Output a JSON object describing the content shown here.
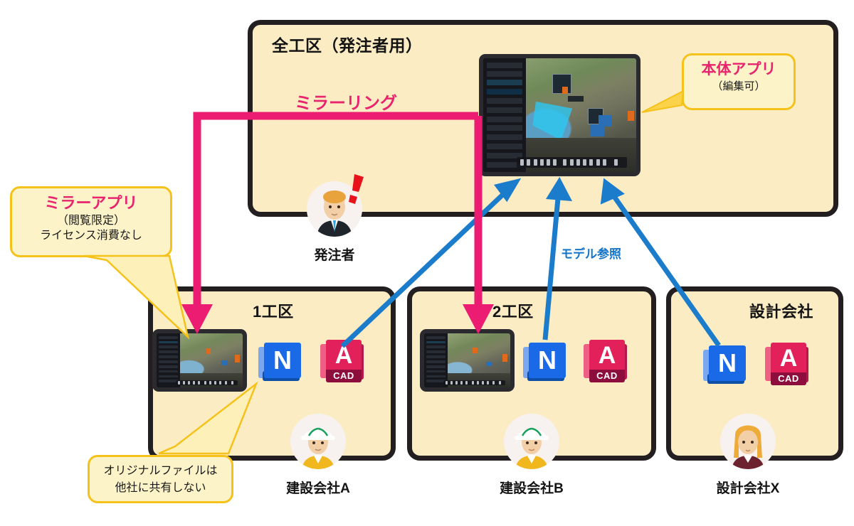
{
  "diagram": {
    "title_top": "全工区（発注者用）",
    "labels": {
      "mirroring": "ミラーリング",
      "model_reference": "モデル参照"
    },
    "callouts": {
      "main_app": {
        "headline": "本体アプリ",
        "sub": "（編集可）"
      },
      "mirror_app": {
        "headline": "ミラーアプリ",
        "sub1": "（閲覧限定）",
        "sub2": "ライセンス消費なし"
      },
      "original_file": {
        "line1": "オリジナルファイルは",
        "line2": "他社に共有しない"
      }
    },
    "zones": [
      {
        "title": "1工区",
        "person": "建設会社A",
        "has_tablet": true,
        "apps": [
          "navisworks",
          "autocad"
        ]
      },
      {
        "title": "2工区",
        "person": "建設会社B",
        "has_tablet": true,
        "apps": [
          "navisworks",
          "autocad"
        ]
      },
      {
        "title": "設計会社",
        "person": "設計会社X",
        "has_tablet": false,
        "apps": [
          "navisworks",
          "autocad"
        ]
      }
    ],
    "client": {
      "name": "発注者",
      "badge": "!"
    },
    "app_icons": {
      "navisworks": {
        "glyph": "N",
        "label": ""
      },
      "autocad": {
        "glyph": "A",
        "label": "CAD"
      }
    },
    "colors": {
      "box_fill": "#fbecc4",
      "box_border": "#231f20",
      "callout_fill": "#fdf3c8",
      "callout_border": "#f5c21c",
      "pink_arrow": "#ec1c72",
      "blue_arrow": "#1b7ccc",
      "headline_pink": "#e8246e",
      "navisworks_blue": "#1a6ae8",
      "autocad_red": "#e2215a"
    }
  }
}
